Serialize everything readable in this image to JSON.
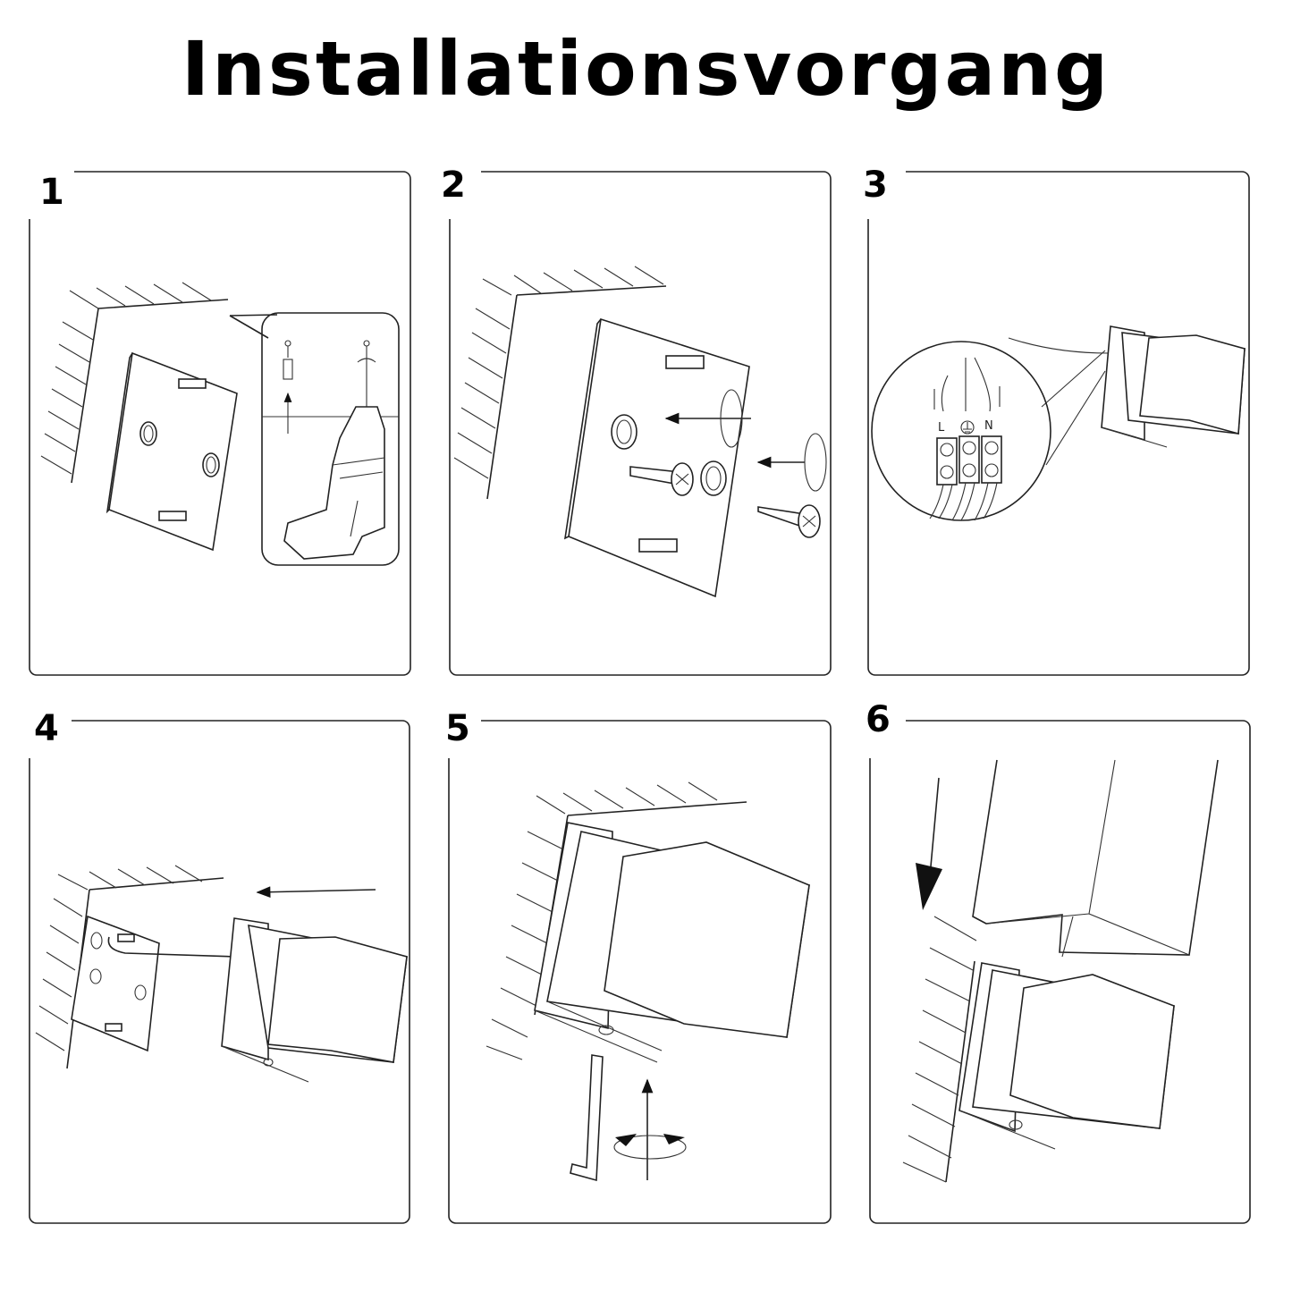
{
  "title": "Installationsvorgang",
  "steps": [
    {
      "number": "1"
    },
    {
      "number": "2"
    },
    {
      "number": "3",
      "terminal_labels": {
        "live": "L",
        "neutral": "N"
      }
    },
    {
      "number": "4"
    },
    {
      "number": "5"
    },
    {
      "number": "6"
    }
  ]
}
